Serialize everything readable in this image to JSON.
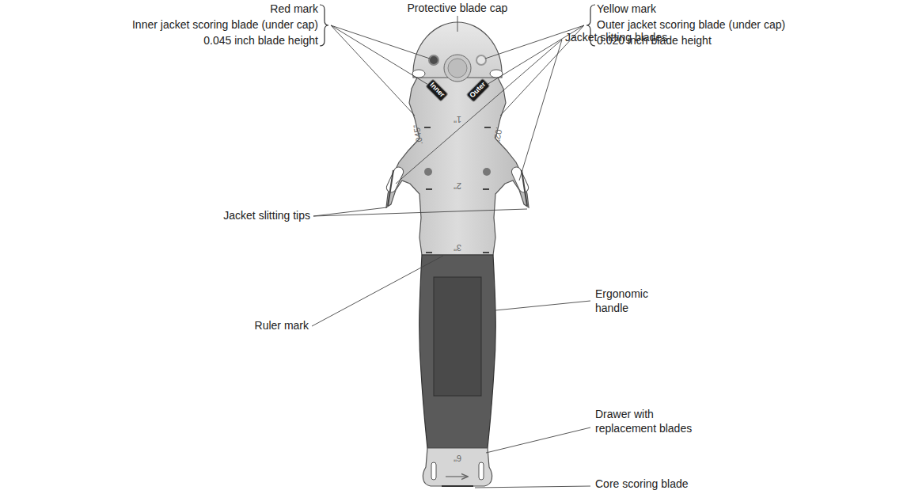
{
  "diagram": {
    "labels": [
      "Protective blade cap",
      "Red mark",
      "Inner jacket scoring blade (under cap)",
      "0.045 inch blade height",
      "Yellow mark",
      "Outer jacket scoring blade (under cap)",
      "0.020 inch blade height",
      "Jacket slitting blades",
      "Jacket slitting tips",
      "Ruler mark",
      "Ergonomic handle",
      "Drawer with replacement blades",
      "Core scoring blade",
      "Inner",
      "Outer",
      ".045\"",
      "1\"",
      ".02\"",
      "2\"",
      "3\"",
      "6\""
    ]
  }
}
